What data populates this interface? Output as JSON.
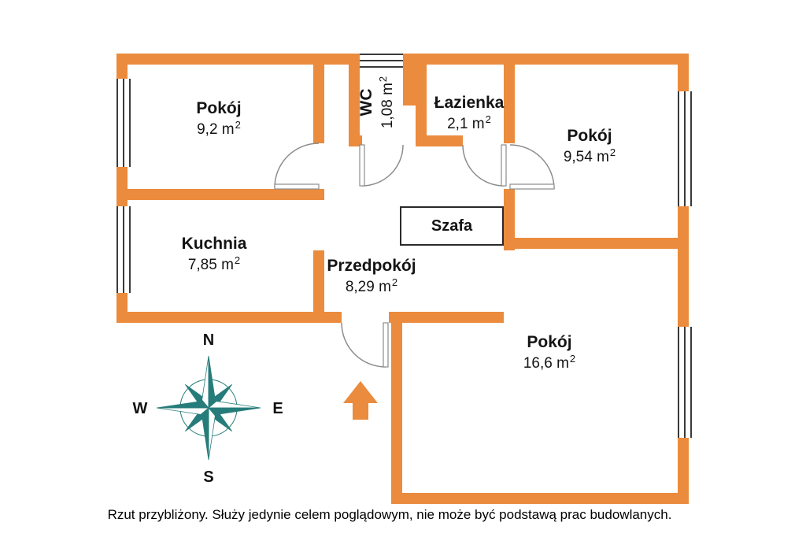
{
  "colors": {
    "wall": "#EB8B3D",
    "compass_dark": "#267C7A"
  },
  "rooms": {
    "pokoj1": {
      "name": "Pokój",
      "area": "9,2 m",
      "sup": "2"
    },
    "wc": {
      "name": "WC",
      "area": "1,08 m",
      "sup": "2"
    },
    "lazienka": {
      "name": "Łazienka",
      "area": "2,1 m",
      "sup": "2"
    },
    "pokoj2": {
      "name": "Pokój",
      "area": "9,54 m",
      "sup": "2"
    },
    "kuchnia": {
      "name": "Kuchnia",
      "area": "7,85 m",
      "sup": "2"
    },
    "przedpokoj": {
      "name": "Przedpokój",
      "area": "8,29 m",
      "sup": "2"
    },
    "pokoj3": {
      "name": "Pokój",
      "area": "16,6 m",
      "sup": "2"
    },
    "szafa": {
      "name": "Szafa"
    }
  },
  "compass": {
    "north": "N",
    "south": "S",
    "east": "E",
    "west": "W"
  },
  "disclaimer": "Rzut przybliżony. Służy jedynie celem poglądowym, nie może być podstawą prac budowlanych."
}
